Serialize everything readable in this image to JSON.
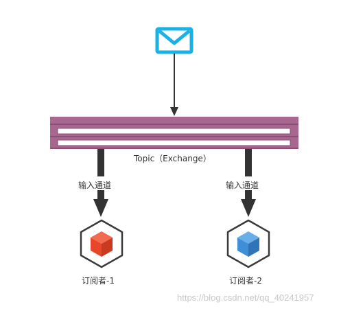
{
  "exchange": {
    "label": "Topic（Exchange）"
  },
  "channels": [
    {
      "label": "输入通道"
    },
    {
      "label": "输入通道"
    }
  ],
  "subscribers": [
    {
      "label": "订阅者-1",
      "cube_color": "#e8462a"
    },
    {
      "label": "订阅者-2",
      "cube_color": "#3f8fd8"
    }
  ],
  "message_icon": {
    "icon": "envelope-icon",
    "color": "#1ab1e6"
  },
  "exchange_bar": {
    "color": "#a8678f"
  },
  "watermark": "https://blog.csdn.net/qq_40241957"
}
